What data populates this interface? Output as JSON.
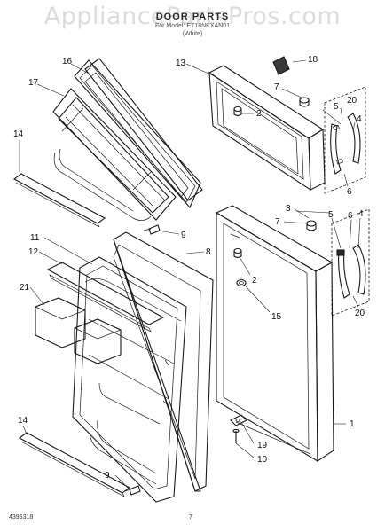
{
  "header": {
    "watermark": "AppliancePartsPros.com",
    "title": "DOOR PARTS",
    "subtitle": "For Model: ET18NKXAN01",
    "subtitle_note": "(White)"
  },
  "footer": {
    "doc_number": "4396318",
    "page_number": "7"
  },
  "callouts": [
    {
      "id": "c16a",
      "label": "16"
    },
    {
      "id": "c17",
      "label": "17"
    },
    {
      "id": "c14a",
      "label": "14"
    },
    {
      "id": "c13",
      "label": "13"
    },
    {
      "id": "c18",
      "label": "18"
    },
    {
      "id": "c7a",
      "label": "7"
    },
    {
      "id": "c2a",
      "label": "2"
    },
    {
      "id": "c20a",
      "label": "20"
    },
    {
      "id": "c5a",
      "label": "5"
    },
    {
      "id": "c4a",
      "label": "4"
    },
    {
      "id": "c6a",
      "label": "6"
    },
    {
      "id": "c3",
      "label": "3"
    },
    {
      "id": "c7b",
      "label": "7"
    },
    {
      "id": "c5b",
      "label": "5"
    },
    {
      "id": "c6b",
      "label": "6"
    },
    {
      "id": "c4b",
      "label": "4"
    },
    {
      "id": "c20b",
      "label": "20"
    },
    {
      "id": "c9a",
      "label": "9"
    },
    {
      "id": "c11",
      "label": "11"
    },
    {
      "id": "c8",
      "label": "8"
    },
    {
      "id": "c12",
      "label": "12"
    },
    {
      "id": "c21",
      "label": "21"
    },
    {
      "id": "c2b",
      "label": "2"
    },
    {
      "id": "c15",
      "label": "15"
    },
    {
      "id": "c1",
      "label": "1"
    },
    {
      "id": "c14b",
      "label": "14"
    },
    {
      "id": "c19",
      "label": "19"
    },
    {
      "id": "c10",
      "label": "10"
    },
    {
      "id": "c9b",
      "label": "9"
    }
  ]
}
